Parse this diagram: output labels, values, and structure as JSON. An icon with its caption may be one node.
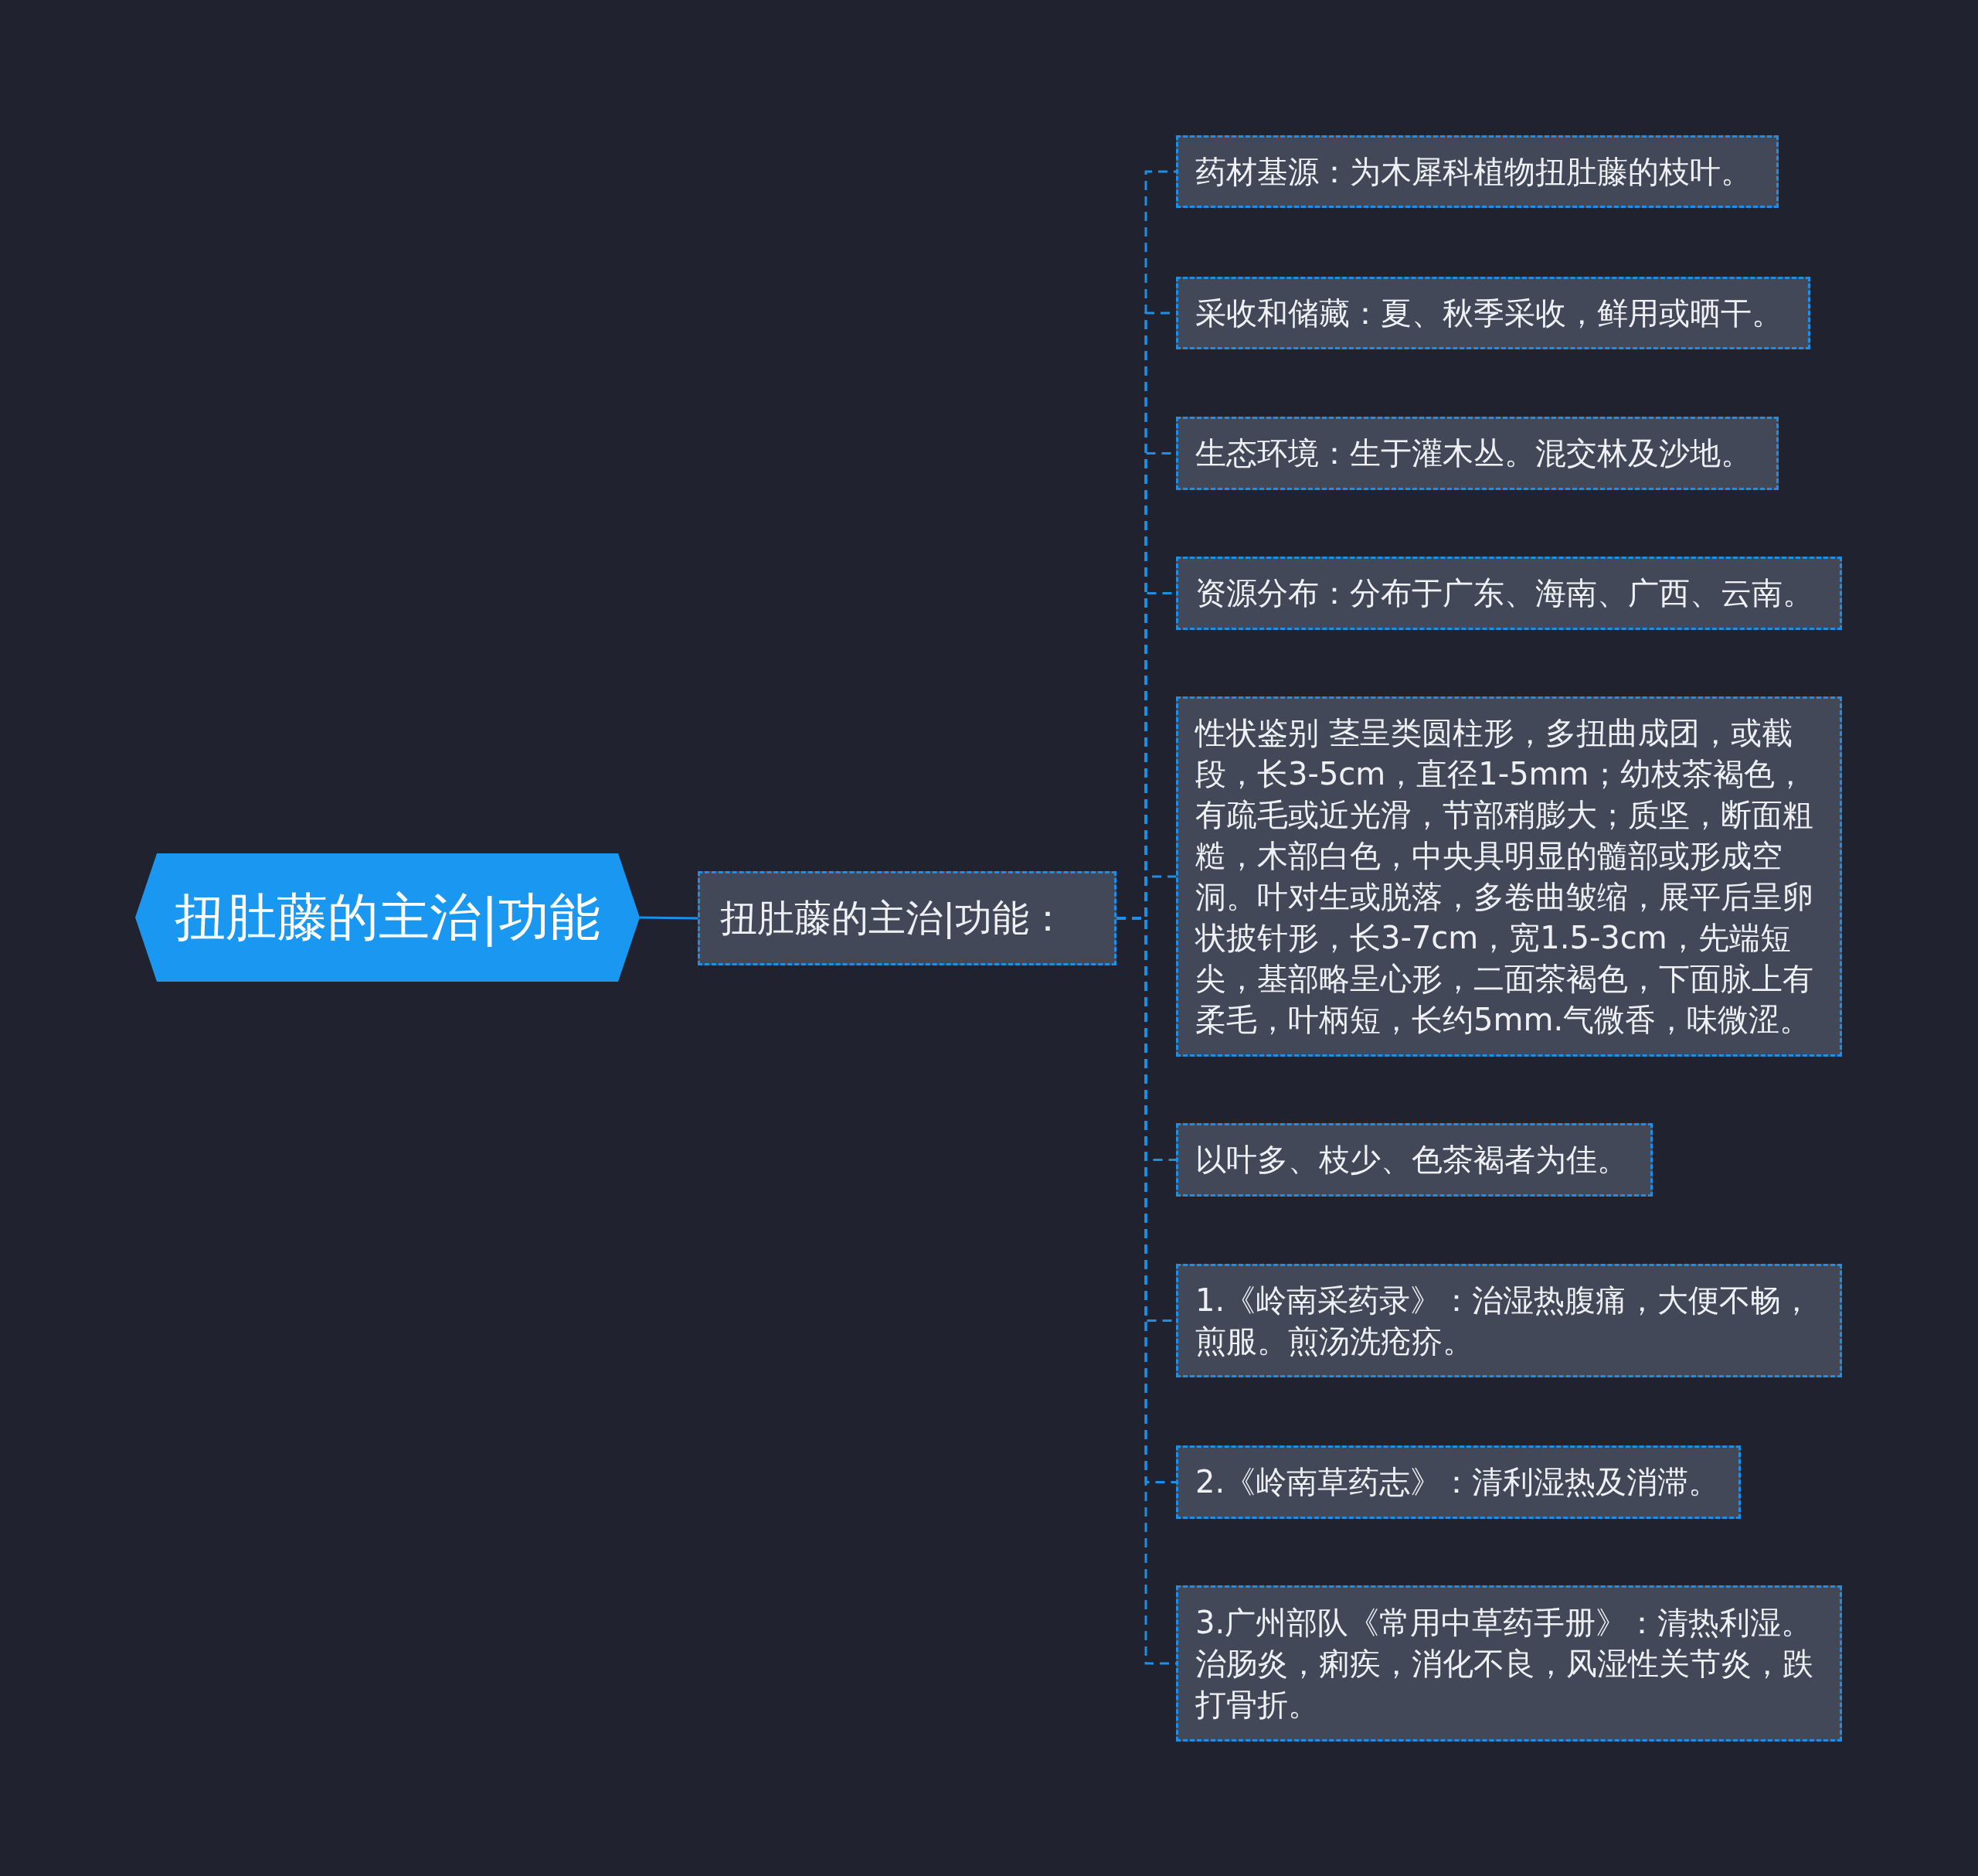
{
  "diagram": {
    "nodes": [
      {
        "text": [
          "扭肚藤的主治|功能"
        ]
      },
      {
        "text": [
          "扭肚藤的主治|功能："
        ]
      },
      {
        "text": [
          "药材基源：为木犀科植物扭肚藤的枝叶。"
        ]
      },
      {
        "text": [
          "采收和储藏：夏、秋季采收，鲜用或晒干。"
        ]
      },
      {
        "text": [
          "生态环境：生于灌木丛。混交林及沙地。"
        ]
      },
      {
        "text": [
          "资源分布：分布于广东、海南、广西、云南。"
        ]
      },
      {
        "text": [
          "性状鉴别 茎呈类圆柱形，多扭曲成团，或截段，长3-5cm，直径1-5mm；幼枝茶褐色，有疏毛或近光滑，节部稍膨大；质坚，断面粗糙，木部白色，中央具明显的髓部或形成空洞。叶对生或脱落，多卷曲皱缩，展平后呈卵状披针形，长3-7cm，宽1.5-3cm，先端短尖，基部略呈心形，二面茶褐色，下面脉上有柔毛，叶柄短，长约5mm.气微香，味微涩。"
        ]
      },
      {
        "text": [
          "以叶多、枝少、色茶褐者为佳。"
        ]
      },
      {
        "text": [
          "1.《岭南采药录》：治湿热腹痛，大便不畅，煎服。煎汤洗疮疥。"
        ]
      },
      {
        "text": [
          "2.《岭南草药志》：清利湿热及消滞。"
        ]
      },
      {
        "text": [
          "3.广州部队《常用中草药手册》：清热利湿。治肠炎，痢疾，消化不良，风湿性关节炎，跌打骨折。"
        ]
      }
    ],
    "edges": [
      {
        "from": 0,
        "to": 1,
        "arrow": "none"
      },
      {
        "from": 1,
        "to": 2,
        "arrow": "none",
        "style": "dashed"
      },
      {
        "from": 1,
        "to": 3,
        "arrow": "none",
        "style": "dashed"
      },
      {
        "from": 1,
        "to": 4,
        "arrow": "none",
        "style": "dashed"
      },
      {
        "from": 1,
        "to": 5,
        "arrow": "none",
        "style": "dashed"
      },
      {
        "from": 1,
        "to": 6,
        "arrow": "none",
        "style": "dashed"
      },
      {
        "from": 1,
        "to": 7,
        "arrow": "none",
        "style": "dashed"
      },
      {
        "from": 1,
        "to": 8,
        "arrow": "none",
        "style": "dashed"
      },
      {
        "from": 1,
        "to": 9,
        "arrow": "none",
        "style": "dashed"
      },
      {
        "from": 1,
        "to": 10,
        "arrow": "none",
        "style": "dashed"
      }
    ]
  }
}
